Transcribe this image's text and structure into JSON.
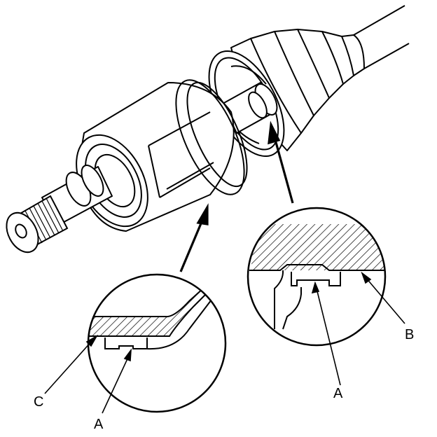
{
  "labels": {
    "left_c": "C",
    "left_a": "A",
    "right_a": "A",
    "right_b": "B"
  }
}
